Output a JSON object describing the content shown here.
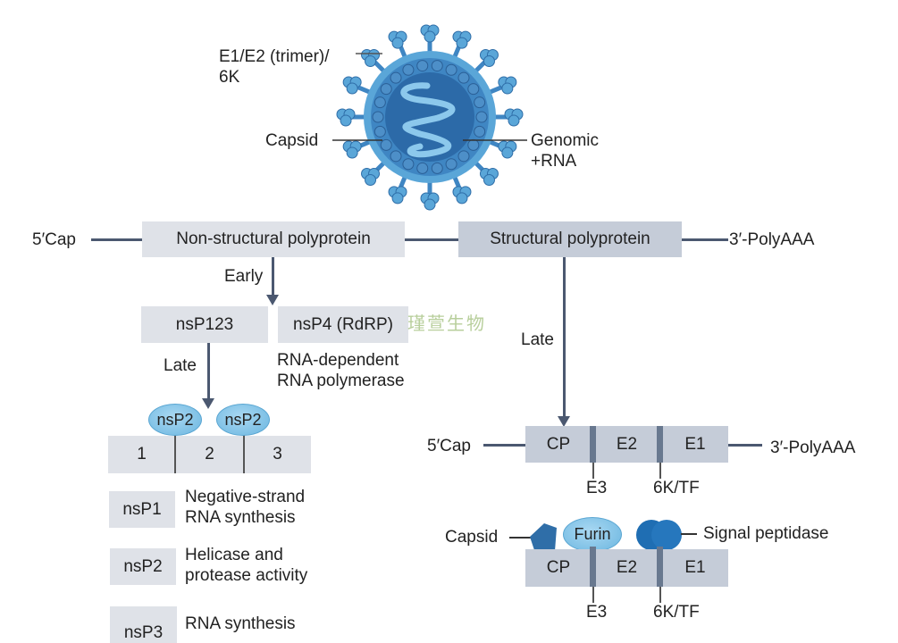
{
  "virion": {
    "label_glycoprotein_line1": "E1/E2 (trimer)/",
    "label_glycoprotein_line2": "6K",
    "label_capsid": "Capsid",
    "label_genome_line1": "Genomic",
    "label_genome_line2": "+RNA",
    "colors": {
      "envelope": "#5aa6d8",
      "core": "#2e6fae",
      "rna": "#8cc8ec",
      "spike": "#4d9ad1"
    }
  },
  "genome": {
    "five_prime": "5′Cap",
    "nonstructural": "Non-structural polyprotein",
    "structural": "Structural polyprotein",
    "three_prime": "3′-PolyAAA"
  },
  "nonstructural_branch": {
    "early_label": "Early",
    "late_label": "Late",
    "nsp123": "nsP123",
    "nsp4": "nsP4 (RdRP)",
    "nsp4_desc_line1": "RNA-dependent",
    "nsp4_desc_line2": "RNA polymerase",
    "protease_labels": [
      "nsP2",
      "nsP2"
    ],
    "segments": [
      "1",
      "2",
      "3"
    ]
  },
  "legend": [
    {
      "name": "nsP1",
      "desc_line1": "Negative-strand",
      "desc_line2": "RNA synthesis"
    },
    {
      "name": "nsP2",
      "desc_line1": "Helicase and",
      "desc_line2": "protease activity"
    },
    {
      "name": "nsP3",
      "desc_line1": "RNA synthesis",
      "desc_line2": ""
    }
  ],
  "structural_branch": {
    "late_label": "Late",
    "five_prime": "5′Cap",
    "three_prime": "3′-PolyAAA",
    "segments": [
      "CP",
      "E2",
      "E1"
    ],
    "junctions": [
      "E3",
      "6K/TF"
    ],
    "processing": {
      "capsid_label": "Capsid",
      "furin_label": "Furin",
      "signal_peptidase_label": "Signal peptidase",
      "segments": [
        "CP",
        "E2",
        "E1"
      ],
      "junctions": [
        "E3",
        "6K/TF"
      ]
    }
  },
  "watermark": "瑾萱生物"
}
